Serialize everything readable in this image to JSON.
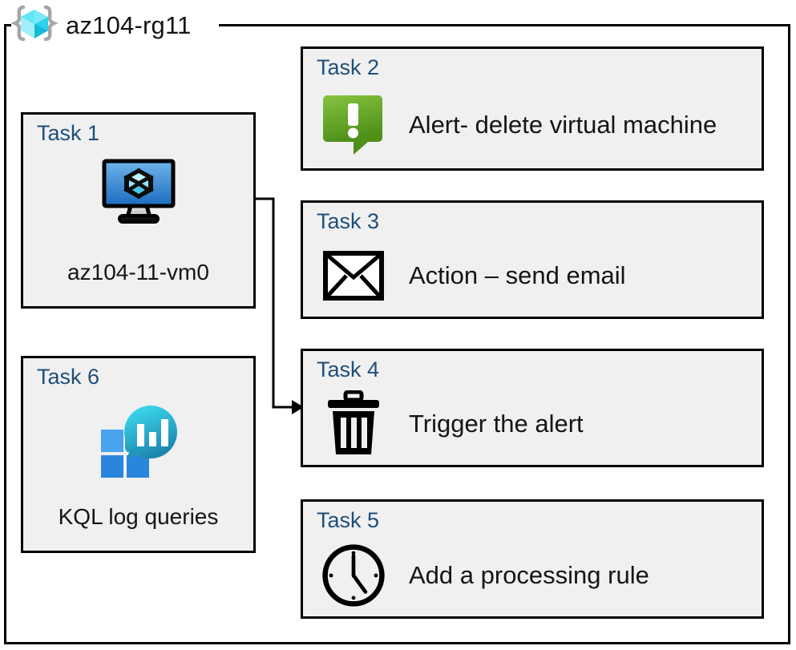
{
  "diagram": {
    "resource_group": {
      "icon": "azure-resource-group-icon",
      "name": "az104-rg11"
    },
    "connector": {
      "from": "Task 1 virtual machine",
      "to": "Task 4",
      "arrow": "arrow-right"
    },
    "cards": [
      {
        "id": "task-1",
        "label": "Task 1",
        "caption": "az104-11-vm0",
        "icon": "virtual-machine-icon",
        "shape": "square"
      },
      {
        "id": "task-6",
        "label": "Task 6",
        "caption": "KQL log queries",
        "icon": "log-analytics-icon",
        "shape": "square"
      },
      {
        "id": "task-2",
        "label": "Task 2",
        "caption": "Alert- delete virtual machine",
        "icon": "alert-bubble-icon",
        "shape": "wide"
      },
      {
        "id": "task-3",
        "label": "Task 3",
        "caption": "Action – send email",
        "icon": "envelope-icon",
        "shape": "wide"
      },
      {
        "id": "task-4",
        "label": "Task 4",
        "caption": "Trigger the alert",
        "icon": "trash-icon",
        "shape": "wide"
      },
      {
        "id": "task-5",
        "label": "Task 5",
        "caption": "Add a processing rule",
        "icon": "clock-icon",
        "shape": "wide"
      }
    ]
  },
  "colors": {
    "card_fill": "#f0f0f0",
    "card_border": "#000000",
    "label_blue": "#1f4e79",
    "alert_green_light": "#7dbf3c",
    "alert_green_dark": "#4e9119",
    "vm_blue_light": "#5da9e8",
    "vm_blue_dark": "#1a6fc4",
    "cube_cyan": "#55e0f5",
    "log_blue": "#2f8ce0",
    "log_teal": "#2ecfe8"
  }
}
